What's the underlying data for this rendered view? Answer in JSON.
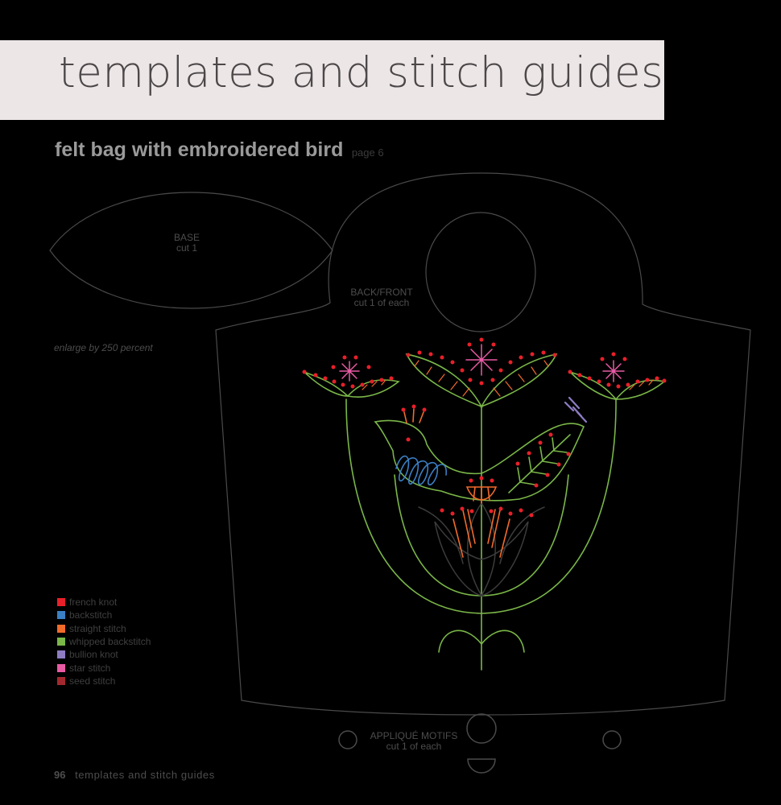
{
  "header": {
    "title": "templates and stitch guides"
  },
  "subtitle": {
    "main": "felt bag with embroidered bird",
    "page_ref": "page 6"
  },
  "labels": {
    "base_title": "BASE",
    "base_sub": "cut 1",
    "back_title": "BACK/FRONT",
    "back_sub": "cut 1 of each",
    "applique_title": "APPLIQUÉ MOTIFS",
    "applique_sub": "cut 1 of each",
    "enlarge": "enlarge by 250 percent"
  },
  "legend": [
    {
      "label": "french knot",
      "color": "#e8202a"
    },
    {
      "label": "backstitch",
      "color": "#3b7fc4"
    },
    {
      "label": "straight stitch",
      "color": "#f26b2a"
    },
    {
      "label": "whipped backstitch",
      "color": "#7ab648"
    },
    {
      "label": "bullion knot",
      "color": "#8e7cc3"
    },
    {
      "label": "star stitch",
      "color": "#e85aa4"
    },
    {
      "label": "seed stitch",
      "color": "#a3282e"
    }
  ],
  "footer": {
    "page_number": "96",
    "section": "templates and stitch guides"
  }
}
